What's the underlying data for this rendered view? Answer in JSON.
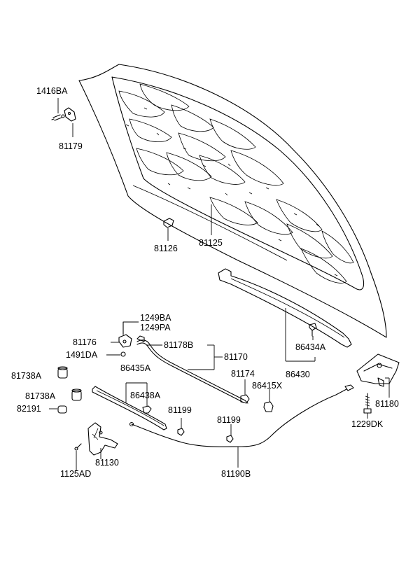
{
  "labels": {
    "l1416BA": "1416BA",
    "l81179": "81179",
    "l81126": "81126",
    "l81125": "81125",
    "l1249BA": "1249BA",
    "l1249PA": "1249PA",
    "l81176": "81176",
    "l81178B": "81178B",
    "l1491DA": "1491DA",
    "l81170": "81170",
    "l86434A": "86434A",
    "l81738A_1": "81738A",
    "l86435A": "86435A",
    "l81174": "81174",
    "l86430": "86430",
    "l86415X": "86415X",
    "l86438A": "86438A",
    "l81738A_2": "81738A",
    "l82191": "82191",
    "l81199_1": "81199",
    "l81199_2": "81199",
    "l81180": "81180",
    "l1229DK": "1229DK",
    "l81130": "81130",
    "l1125AD": "1125AD",
    "l81190B": "81190B"
  }
}
